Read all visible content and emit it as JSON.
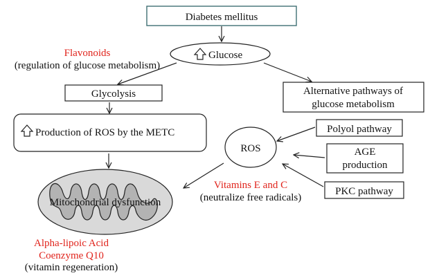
{
  "nodes": {
    "diabetes": "Diabetes mellitus",
    "glucose": "Glucose",
    "glycolysis": "Glycolysis",
    "alt_pathways_1": "Alternative pathways of",
    "alt_pathways_2": "glucose metabolism",
    "ros_production": "Production of ROS by the METC",
    "ros": "ROS",
    "polyol": "Polyol pathway",
    "age_1": "AGE",
    "age_2": "production",
    "pkc": "PKC pathway",
    "mito": "Mitochondrial dysfunction"
  },
  "annotations": {
    "flavonoids": "Flavonoids",
    "flavonoids_note": "(regulation of glucose metabolism)",
    "vitamins": "Vitamins E and C",
    "vitamins_note": "(neutralize free radicals)",
    "alpha_lipoic": "Alpha-lipoic Acid",
    "coq10": "Coenzyme Q10",
    "vitamin_regen": "(vitamin regeneration)"
  },
  "icons": {
    "increase": "up-arrow-outline-icon"
  },
  "colors": {
    "text": "#111111",
    "accent_red": "#e0231b",
    "box_border": "#222222",
    "title_border": "#3f6f73",
    "mito_outer": "#d9d9d9",
    "mito_inner": "#b3b3b3"
  }
}
